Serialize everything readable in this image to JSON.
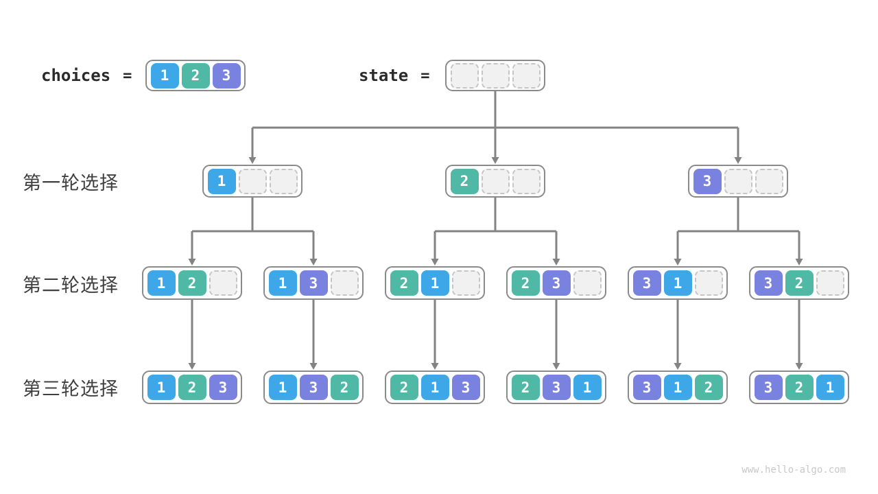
{
  "header": {
    "choices_label": "choices",
    "choices_equals": "=",
    "choices_values": [
      1,
      2,
      3
    ],
    "state_label": "state",
    "state_equals": "=",
    "state_values": [
      null,
      null,
      null
    ]
  },
  "rows": [
    {
      "label": "第一轮选择",
      "nodes": [
        [
          1,
          null,
          null
        ],
        [
          2,
          null,
          null
        ],
        [
          3,
          null,
          null
        ]
      ]
    },
    {
      "label": "第二轮选择",
      "nodes": [
        [
          1,
          2,
          null
        ],
        [
          1,
          3,
          null
        ],
        [
          2,
          1,
          null
        ],
        [
          2,
          3,
          null
        ],
        [
          3,
          1,
          null
        ],
        [
          3,
          2,
          null
        ]
      ]
    },
    {
      "label": "第三轮选择",
      "nodes": [
        [
          1,
          2,
          3
        ],
        [
          1,
          3,
          2
        ],
        [
          2,
          1,
          3
        ],
        [
          2,
          3,
          1
        ],
        [
          3,
          1,
          2
        ],
        [
          3,
          2,
          1
        ]
      ]
    }
  ],
  "colors": {
    "value1": "#3ea7e8",
    "value2": "#4fb9a5",
    "value3": "#7a82e0",
    "empty_fill": "#f1f1f1",
    "connector": "#838383"
  },
  "watermark": "www.hello-algo.com"
}
